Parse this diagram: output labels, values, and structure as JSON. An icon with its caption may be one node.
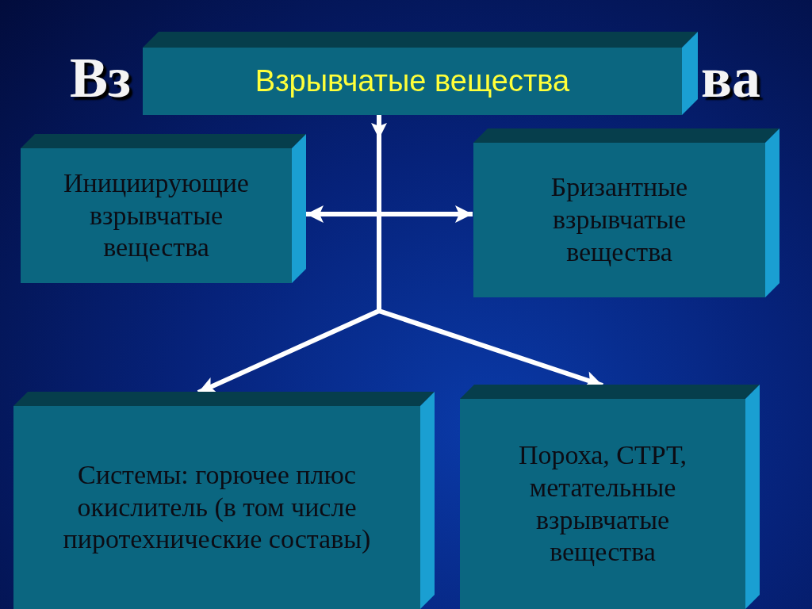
{
  "diagram": {
    "nodes": [
      {
        "text": [
          "Взрывчатые вещества"
        ]
      },
      {
        "text": [
          "Инициирующие взрывчатые вещества"
        ]
      },
      {
        "text": [
          "Бризантные взрывчатые вещества"
        ]
      },
      {
        "text": [
          "Системы: горючее плюс окислитель (в том числе пиротехнические составы)"
        ]
      },
      {
        "text": [
          "Пороха, СТРТ, метательные взрывчатые вещества"
        ]
      }
    ],
    "edges": [
      {
        "from": 0,
        "to": 1,
        "arrow": "to"
      },
      {
        "from": 0,
        "to": 2,
        "arrow": "to"
      },
      {
        "from": 0,
        "to": 3,
        "arrow": "to"
      },
      {
        "from": 0,
        "to": 4,
        "arrow": "to"
      }
    ],
    "labels": [
      "Вз",
      "ва"
    ]
  }
}
